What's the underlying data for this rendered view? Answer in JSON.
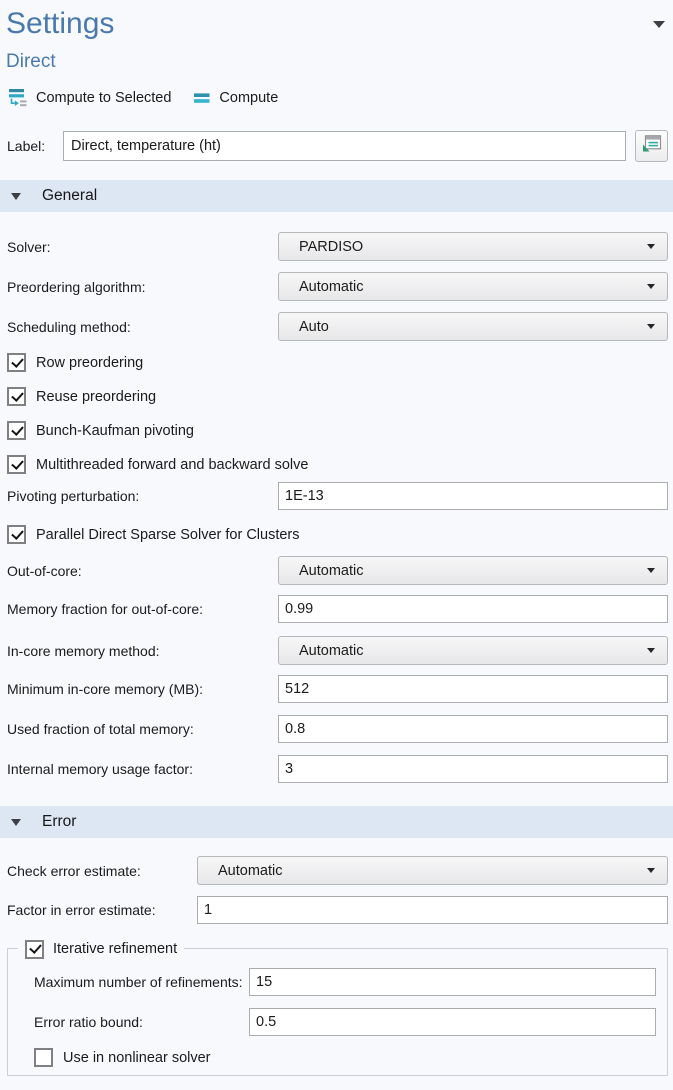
{
  "window": {
    "title": "Settings",
    "subtitle": "Direct"
  },
  "toolbar": {
    "compute_to_selected": "Compute to Selected",
    "compute": "Compute"
  },
  "label_field": {
    "label": "Label:",
    "value": "Direct, temperature (ht)"
  },
  "general": {
    "title": "General",
    "solver": {
      "label": "Solver:",
      "value": "PARDISO"
    },
    "preordering_algorithm": {
      "label": "Preordering algorithm:",
      "value": "Automatic"
    },
    "scheduling_method": {
      "label": "Scheduling method:",
      "value": "Auto"
    },
    "row_preordering": {
      "label": "Row preordering",
      "checked": true
    },
    "reuse_preordering": {
      "label": "Reuse preordering",
      "checked": true
    },
    "bunch_kaufman": {
      "label": "Bunch-Kaufman pivoting",
      "checked": true
    },
    "multithreaded": {
      "label": "Multithreaded forward and backward solve",
      "checked": true
    },
    "pivoting_perturbation": {
      "label": "Pivoting perturbation:",
      "value": "1E-13"
    },
    "parallel_direct": {
      "label": "Parallel Direct Sparse Solver for Clusters",
      "checked": true
    },
    "out_of_core": {
      "label": "Out-of-core:",
      "value": "Automatic"
    },
    "memory_fraction": {
      "label": "Memory fraction for out-of-core:",
      "value": "0.99"
    },
    "in_core_memory_method": {
      "label": "In-core memory method:",
      "value": "Automatic"
    },
    "minimum_in_core_memory": {
      "label": "Minimum in-core memory (MB):",
      "value": "512"
    },
    "used_fraction": {
      "label": "Used fraction of total memory:",
      "value": "0.8"
    },
    "internal_memory_usage": {
      "label": "Internal memory usage factor:",
      "value": "3"
    }
  },
  "error": {
    "title": "Error",
    "check_error_estimate": {
      "label": "Check error estimate:",
      "value": "Automatic"
    },
    "factor_in_error_estimate": {
      "label": "Factor in error estimate:",
      "value": "1"
    },
    "iterative_refinement": {
      "label": "Iterative refinement",
      "checked": true,
      "maximum_refinements": {
        "label": "Maximum number of refinements:",
        "value": "15"
      },
      "error_ratio_bound": {
        "label": "Error ratio bound:",
        "value": "0.5"
      },
      "use_in_nonlinear": {
        "label": "Use in nonlinear solver",
        "checked": false
      }
    }
  },
  "colors": {
    "accent_teal": "#2fa9c6",
    "title_blue": "#4a7aad",
    "section_header_bg": "#dde7f3",
    "panel_bg": "#f8f9fc"
  }
}
